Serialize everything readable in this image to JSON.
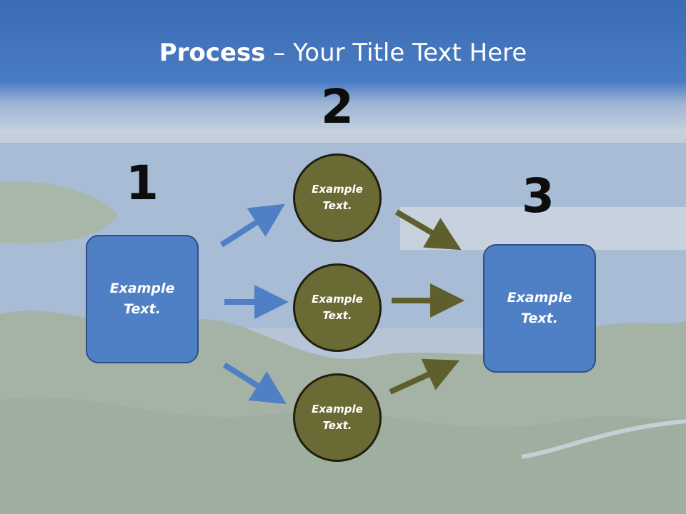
{
  "title": {
    "bold": "Process",
    "rest": " – Your Title Text Here"
  },
  "steps": [
    {
      "number": "1"
    },
    {
      "number": "2"
    },
    {
      "number": "3"
    }
  ],
  "left_box": {
    "text": "Example\nText."
  },
  "right_box": {
    "text": "Example\nText."
  },
  "circles": [
    {
      "text": "Example\nText."
    },
    {
      "text": "Example\nText."
    },
    {
      "text": "Example\nText."
    }
  ],
  "colors": {
    "box_fill": "#4f7fc4",
    "box_border": "#2e4f86",
    "circle_fill": "#6a6b34",
    "blue_arrow": "#4f7fc4",
    "olive_arrow": "#5e5f2c",
    "title_band": "#3a6bb3"
  }
}
